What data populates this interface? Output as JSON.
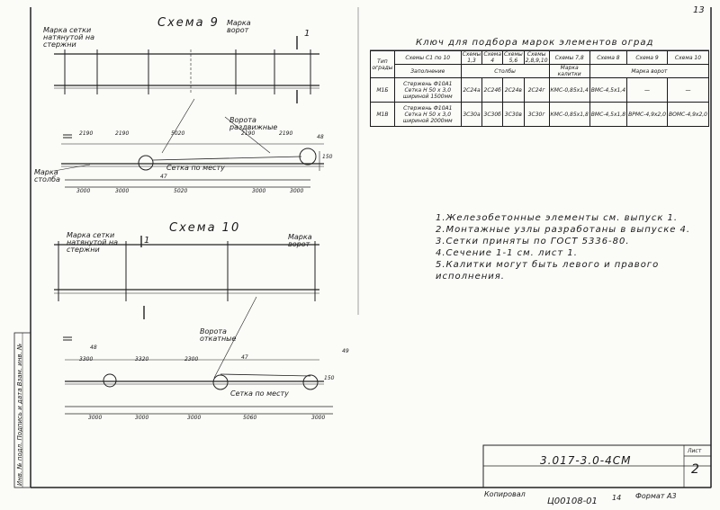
{
  "page_number": "13",
  "scheme9": {
    "title": "Схема 9",
    "mesh_mark": "Марка сетки натянутой на стержни",
    "gate_mark": "Марка ворот",
    "section_mark": "1",
    "gate_label": "Ворота раздвижные",
    "top_dims": [
      "2190",
      "2190",
      "5020",
      "2190",
      "2190"
    ],
    "bottom_dims": [
      "3000",
      "3000",
      "5020",
      "3000",
      "3000"
    ],
    "post_mark": "Марка столба",
    "mesh_on_site": "Сетка по месту",
    "marker_47": "47",
    "marker_48": "48",
    "height_dim": "150"
  },
  "scheme10": {
    "title": "Схема 10",
    "mesh_mark": "Марка сетки натянутой на стержни",
    "gate_mark": "Марка ворот",
    "section_mark": "1",
    "gate_label": "Ворота откатные",
    "top_dims": [
      "3300",
      "3320",
      "2300"
    ],
    "bottom_dims": [
      "3000",
      "3000",
      "3000",
      "5060",
      "3000"
    ],
    "mesh_on_site": "Сетка по месту",
    "marker_47": "47",
    "marker_48": "48",
    "marker_49": "49",
    "height_dim": "150"
  },
  "key_table": {
    "title": "Ключ для подбора марок элементов оград",
    "col_type": "Тип ограды",
    "col_schemes": "Схемы С1 по 10",
    "col_fill": "Заполнение",
    "col_posts": "Столбы",
    "col_s13": "Схемы 1,3",
    "col_s4": "Схема 4",
    "col_s56": "Схемы 5,6",
    "col_s8910": "Схемы 2,8,9,10",
    "col_s78": "Схемы 7,8",
    "col_mark_gate": "Марка калитки",
    "col_s8": "Схема 8",
    "col_s9": "Схема 9",
    "col_s10": "Схема 10",
    "col_mark_gates": "Марка ворот",
    "rows": [
      {
        "type": "М1Б",
        "fill": "Стержень Ф10А1 Сетка Н 50 х 3,0 шириной 1500мм",
        "c1": "2С24а",
        "c2": "2С24б",
        "c3": "2С24в",
        "c4": "2С24г",
        "c5": "КМС-0,85х1,4",
        "c6": "ВМС-4,5х1,4",
        "c7": "—",
        "c8": "—"
      },
      {
        "type": "М1В",
        "fill": "Стержень Ф10А1 Сетка Н 50 х 3,0 шириной 2000мм",
        "c1": "3С30а",
        "c2": "3С30б",
        "c3": "3С30в",
        "c4": "3С30г",
        "c5": "КМС-0,85х1,8",
        "c6": "ВМС-4,5х1,8",
        "c7": "ВРМС-4,9х2,0",
        "c8": "ВОМС-4,9х2,0"
      }
    ]
  },
  "notes": [
    "1.Железобетонные элементы см. выпуск 1.",
    "2.Монтажные узлы разработаны в выпуске 4.",
    "3.Сетки приняты по ГОСТ 5336-80.",
    "4.Сечение 1-1 см. лист 1.",
    "5.Калитки могут быть левого и правого исполнения."
  ],
  "title_block": {
    "code": "3.017-3.0-4СМ",
    "sheet_label": "Лист",
    "sheet": "2"
  },
  "footer": {
    "copied": "Копировал",
    "order": "Ц00108-01",
    "num": "14",
    "format": "Формат А3"
  },
  "side_stamp": "Инв. № подл. Подпись и дата Взам. инв. №"
}
